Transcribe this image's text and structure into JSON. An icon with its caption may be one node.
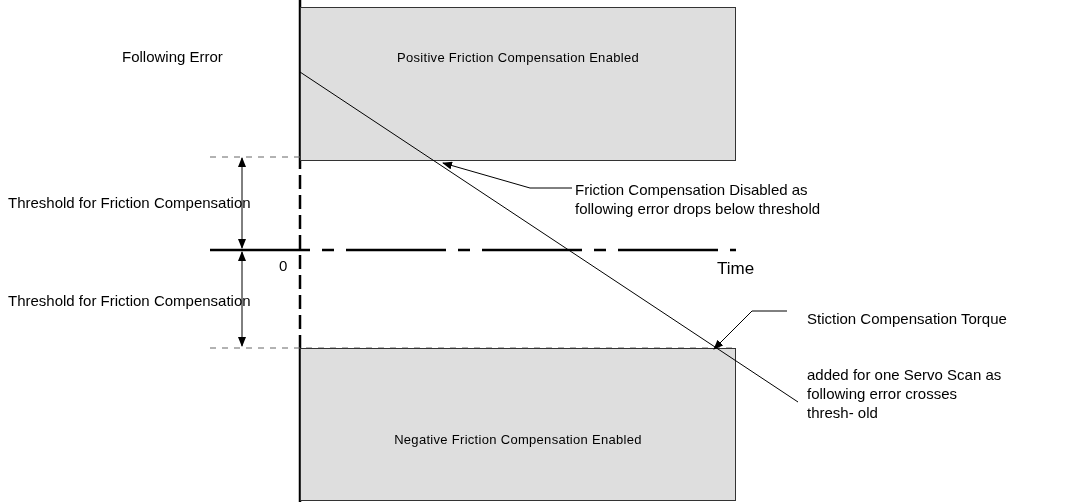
{
  "diagram": {
    "nodes": [
      {
        "text": [
          "Positive Friction Compensation Enabled"
        ]
      },
      {
        "text": [
          "Negative Friction Compensation Enabled"
        ]
      },
      {
        "text": [
          "Friction Compensation Disabled as following error drops below threshold"
        ]
      },
      {
        "text": [
          "Stiction Compensation Torque",
          "added for one Servo Scan as following error crosses thresh- old"
        ]
      }
    ],
    "edges": [
      {
        "from": 2,
        "to": 0,
        "arrow": "to"
      },
      {
        "from": 3,
        "to": 1,
        "arrow": "to"
      }
    ],
    "labels": [
      "Following Error",
      "Threshold for Friction Compensation",
      "0",
      "Time",
      "Threshold for Friction Compensation"
    ]
  }
}
